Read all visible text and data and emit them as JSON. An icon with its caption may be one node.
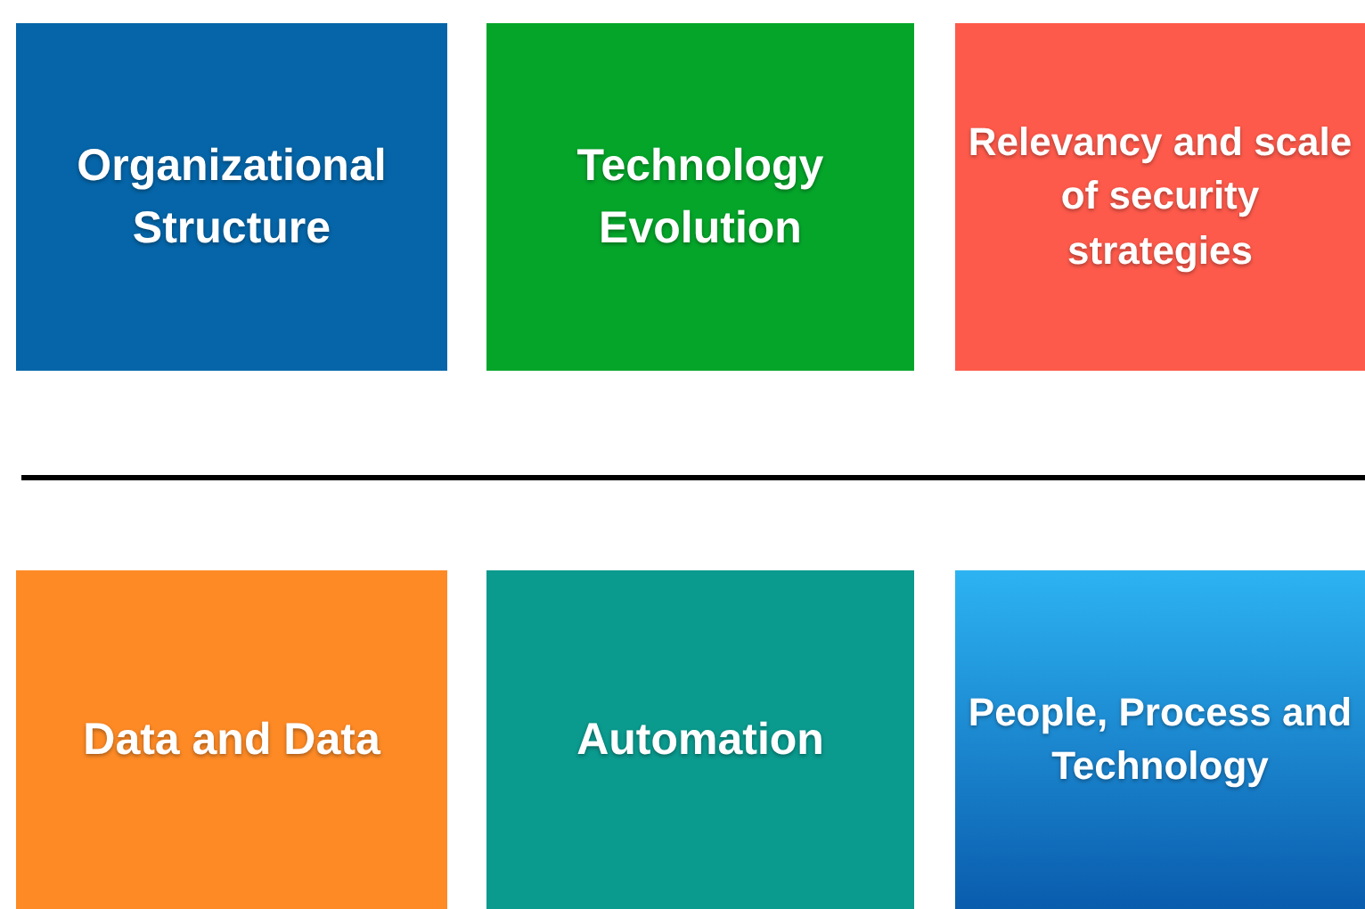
{
  "diagram": {
    "nodes": [
      {
        "text": [
          "Organizational Structure"
        ]
      },
      {
        "text": [
          "Technology Evolution"
        ]
      },
      {
        "text": [
          "Relevancy and scale of security strategies"
        ]
      },
      {
        "text": [
          "Data and Data"
        ]
      },
      {
        "text": [
          "Automation"
        ]
      },
      {
        "text": [
          "People, Process and Technology"
        ]
      }
    ]
  }
}
